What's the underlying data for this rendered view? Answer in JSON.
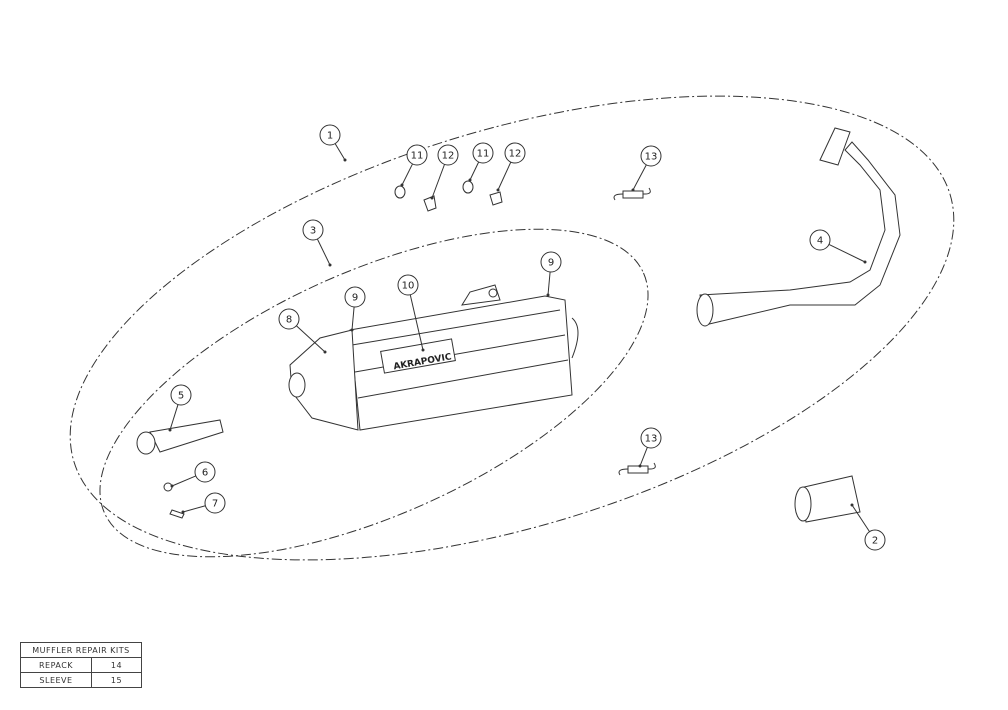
{
  "diagram": {
    "callouts": [
      "1",
      "11",
      "12",
      "11",
      "12",
      "13",
      "3",
      "9",
      "10",
      "9",
      "8",
      "4",
      "5",
      "13",
      "6",
      "7",
      "2"
    ],
    "logo_text": "AKRAPOVIC"
  },
  "repair_kits": {
    "title": "MUFFLER REPAIR KITS",
    "rows": [
      {
        "name": "REPACK",
        "code": "14"
      },
      {
        "name": "SLEEVE",
        "code": "15"
      }
    ]
  }
}
